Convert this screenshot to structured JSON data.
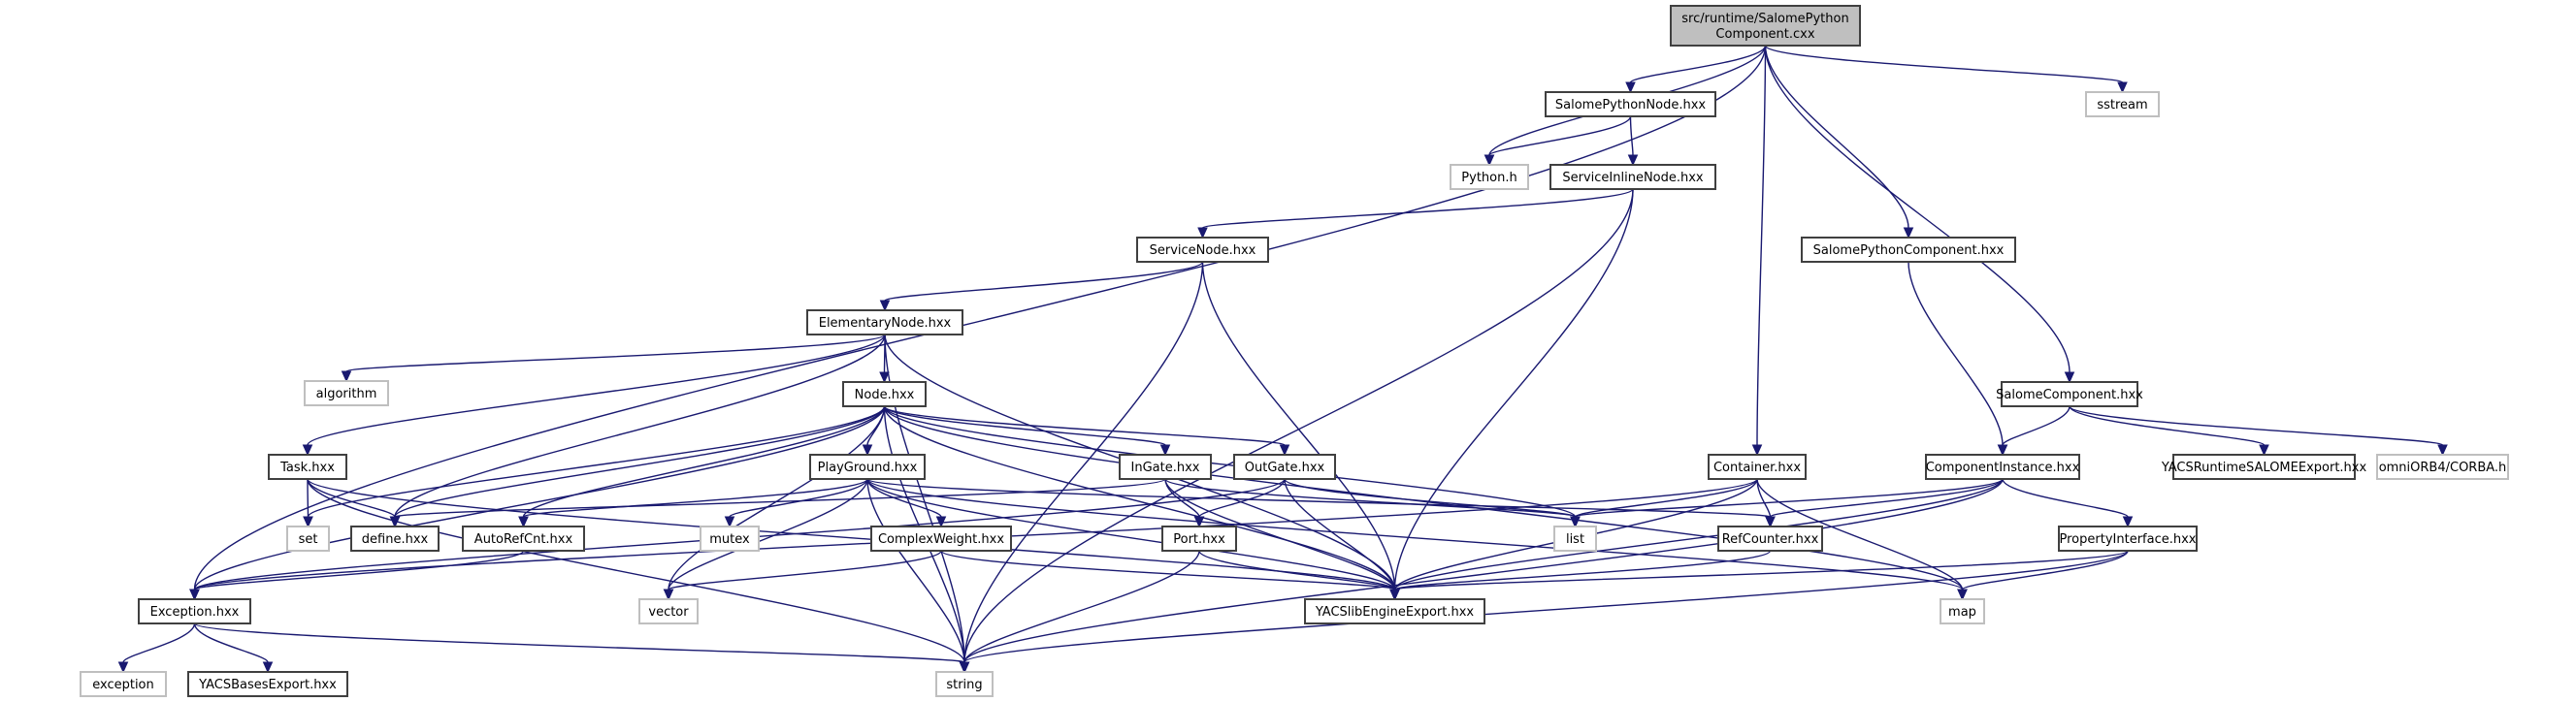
{
  "title": "Include dependency graph for SalomePythonComponent.cxx",
  "colors": {
    "edge": "#191970",
    "root_fill": "#bfbfbf",
    "node_border": "#404040",
    "external_border": "#bfbfbf"
  },
  "nodes": [
    {
      "id": "root",
      "label": [
        "src/runtime/SalomePython",
        "Component.cxx"
      ],
      "kind": "root"
    },
    {
      "id": "SalomePythonNode",
      "label": [
        "SalomePythonNode.hxx"
      ],
      "kind": "header"
    },
    {
      "id": "sstream",
      "label": [
        "sstream"
      ],
      "kind": "external"
    },
    {
      "id": "Python",
      "label": [
        "Python.h"
      ],
      "kind": "external"
    },
    {
      "id": "ServiceInlineNode",
      "label": [
        "ServiceInlineNode.hxx"
      ],
      "kind": "header"
    },
    {
      "id": "ServiceNode",
      "label": [
        "ServiceNode.hxx"
      ],
      "kind": "header"
    },
    {
      "id": "SalomePythonComponent",
      "label": [
        "SalomePythonComponent.hxx"
      ],
      "kind": "header"
    },
    {
      "id": "ElementaryNode",
      "label": [
        "ElementaryNode.hxx"
      ],
      "kind": "header"
    },
    {
      "id": "algorithm",
      "label": [
        "algorithm"
      ],
      "kind": "external"
    },
    {
      "id": "Node",
      "label": [
        "Node.hxx"
      ],
      "kind": "header"
    },
    {
      "id": "SalomeComponent",
      "label": [
        "SalomeComponent.hxx"
      ],
      "kind": "header"
    },
    {
      "id": "Task",
      "label": [
        "Task.hxx"
      ],
      "kind": "header"
    },
    {
      "id": "PlayGround",
      "label": [
        "PlayGround.hxx"
      ],
      "kind": "header"
    },
    {
      "id": "InGate",
      "label": [
        "InGate.hxx"
      ],
      "kind": "header"
    },
    {
      "id": "OutGate",
      "label": [
        "OutGate.hxx"
      ],
      "kind": "header"
    },
    {
      "id": "Container",
      "label": [
        "Container.hxx"
      ],
      "kind": "header"
    },
    {
      "id": "ComponentInstance",
      "label": [
        "ComponentInstance.hxx"
      ],
      "kind": "header"
    },
    {
      "id": "YACSRuntimeSALOMEExport",
      "label": [
        "YACSRuntimeSALOMEExport.hxx"
      ],
      "kind": "header"
    },
    {
      "id": "CORBA",
      "label": [
        "omniORB4/CORBA.h"
      ],
      "kind": "external"
    },
    {
      "id": "set",
      "label": [
        "set"
      ],
      "kind": "external"
    },
    {
      "id": "define",
      "label": [
        "define.hxx"
      ],
      "kind": "header"
    },
    {
      "id": "AutoRefCnt",
      "label": [
        "AutoRefCnt.hxx"
      ],
      "kind": "header"
    },
    {
      "id": "mutex",
      "label": [
        "mutex"
      ],
      "kind": "external"
    },
    {
      "id": "ComplexWeight",
      "label": [
        "ComplexWeight.hxx"
      ],
      "kind": "header"
    },
    {
      "id": "Port",
      "label": [
        "Port.hxx"
      ],
      "kind": "header"
    },
    {
      "id": "list",
      "label": [
        "list"
      ],
      "kind": "external"
    },
    {
      "id": "RefCounter",
      "label": [
        "RefCounter.hxx"
      ],
      "kind": "header"
    },
    {
      "id": "PropertyInterface",
      "label": [
        "PropertyInterface.hxx"
      ],
      "kind": "header"
    },
    {
      "id": "Exception",
      "label": [
        "Exception.hxx"
      ],
      "kind": "header"
    },
    {
      "id": "vector",
      "label": [
        "vector"
      ],
      "kind": "external"
    },
    {
      "id": "YACSlibEngineExport",
      "label": [
        "YACSlibEngineExport.hxx"
      ],
      "kind": "header"
    },
    {
      "id": "map",
      "label": [
        "map"
      ],
      "kind": "external"
    },
    {
      "id": "exception",
      "label": [
        "exception"
      ],
      "kind": "external"
    },
    {
      "id": "YACSBasesExport",
      "label": [
        "YACSBasesExport.hxx"
      ],
      "kind": "header"
    },
    {
      "id": "string",
      "label": [
        "string"
      ],
      "kind": "external"
    }
  ],
  "edges": [
    [
      "root",
      "SalomePythonNode"
    ],
    [
      "root",
      "Python"
    ],
    [
      "root",
      "sstream"
    ],
    [
      "root",
      "Exception"
    ],
    [
      "root",
      "Container"
    ],
    [
      "root",
      "SalomePythonComponent"
    ],
    [
      "root",
      "SalomeComponent"
    ],
    [
      "SalomePythonNode",
      "Python"
    ],
    [
      "SalomePythonNode",
      "ServiceInlineNode"
    ],
    [
      "ServiceInlineNode",
      "ServiceNode"
    ],
    [
      "ServiceInlineNode",
      "string"
    ],
    [
      "ServiceInlineNode",
      "YACSlibEngineExport"
    ],
    [
      "ServiceNode",
      "ElementaryNode"
    ],
    [
      "ServiceNode",
      "string"
    ],
    [
      "ServiceNode",
      "YACSlibEngineExport"
    ],
    [
      "ElementaryNode",
      "Node"
    ],
    [
      "ElementaryNode",
      "algorithm"
    ],
    [
      "ElementaryNode",
      "Task"
    ],
    [
      "ElementaryNode",
      "define"
    ],
    [
      "ElementaryNode",
      "YACSlibEngineExport"
    ],
    [
      "ElementaryNode",
      "string"
    ],
    [
      "Node",
      "PlayGround"
    ],
    [
      "Node",
      "InGate"
    ],
    [
      "Node",
      "OutGate"
    ],
    [
      "Node",
      "Exception"
    ],
    [
      "Node",
      "set"
    ],
    [
      "Node",
      "define"
    ],
    [
      "Node",
      "AutoRefCnt"
    ],
    [
      "Node",
      "vector"
    ],
    [
      "Node",
      "string"
    ],
    [
      "Node",
      "YACSlibEngineExport"
    ],
    [
      "Node",
      "map"
    ],
    [
      "Node",
      "list"
    ],
    [
      "Task",
      "set"
    ],
    [
      "Task",
      "define"
    ],
    [
      "Task",
      "string"
    ],
    [
      "Task",
      "YACSlibEngineExport"
    ],
    [
      "PlayGround",
      "mutex"
    ],
    [
      "PlayGround",
      "ComplexWeight"
    ],
    [
      "PlayGround",
      "vector"
    ],
    [
      "PlayGround",
      "string"
    ],
    [
      "PlayGround",
      "AutoRefCnt"
    ],
    [
      "PlayGround",
      "YACSlibEngineExport"
    ],
    [
      "PlayGround",
      "RefCounter"
    ],
    [
      "PlayGround",
      "map"
    ],
    [
      "InGate",
      "Port"
    ],
    [
      "InGate",
      "YACSlibEngineExport"
    ],
    [
      "InGate",
      "list"
    ],
    [
      "InGate",
      "define"
    ],
    [
      "OutGate",
      "Port"
    ],
    [
      "OutGate",
      "YACSlibEngineExport"
    ],
    [
      "OutGate",
      "list"
    ],
    [
      "OutGate",
      "Exception"
    ],
    [
      "ComplexWeight",
      "vector"
    ],
    [
      "ComplexWeight",
      "YACSlibEngineExport"
    ],
    [
      "AutoRefCnt",
      "Exception"
    ],
    [
      "Port",
      "string"
    ],
    [
      "Port",
      "YACSlibEngineExport"
    ],
    [
      "Container",
      "list"
    ],
    [
      "Container",
      "RefCounter"
    ],
    [
      "Container",
      "map"
    ],
    [
      "Container",
      "Exception"
    ],
    [
      "Container",
      "YACSlibEngineExport"
    ],
    [
      "SalomePythonComponent",
      "ComponentInstance"
    ],
    [
      "SalomeComponent",
      "ComponentInstance"
    ],
    [
      "SalomeComponent",
      "YACSRuntimeSALOMEExport"
    ],
    [
      "SalomeComponent",
      "CORBA"
    ],
    [
      "ComponentInstance",
      "RefCounter"
    ],
    [
      "ComponentInstance",
      "PropertyInterface"
    ],
    [
      "ComponentInstance",
      "list"
    ],
    [
      "ComponentInstance",
      "string"
    ],
    [
      "ComponentInstance",
      "YACSlibEngineExport"
    ],
    [
      "RefCounter",
      "YACSlibEngineExport"
    ],
    [
      "PropertyInterface",
      "map"
    ],
    [
      "PropertyInterface",
      "string"
    ],
    [
      "PropertyInterface",
      "YACSlibEngineExport"
    ],
    [
      "Exception",
      "exception"
    ],
    [
      "Exception",
      "YACSBasesExport"
    ],
    [
      "Exception",
      "string"
    ]
  ]
}
